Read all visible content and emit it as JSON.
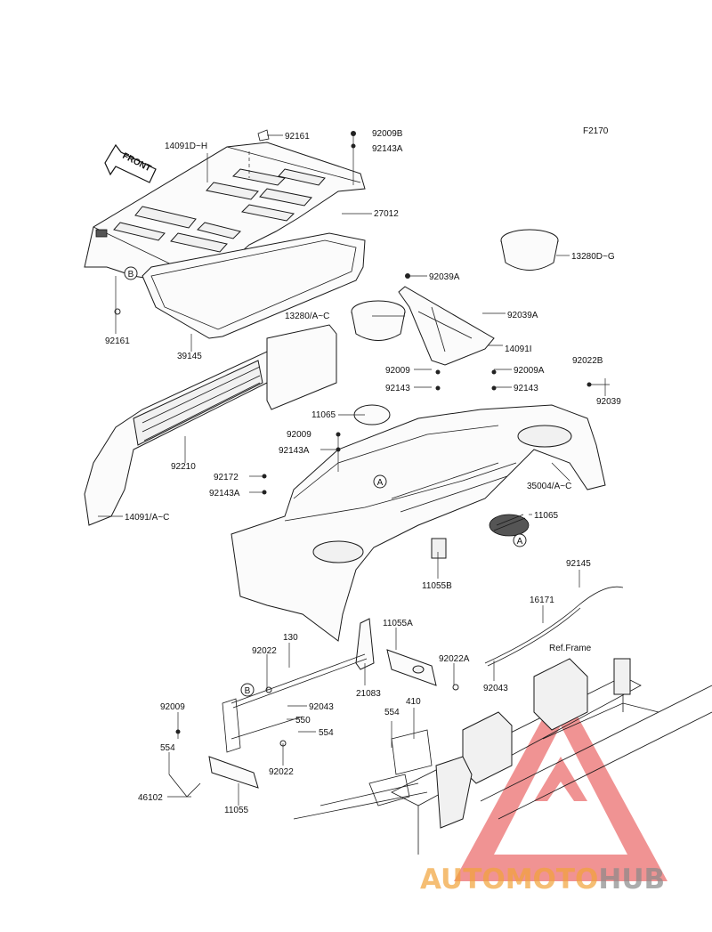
{
  "figure_code": "F2170",
  "front_arrow_label": "FRONT",
  "ref_frame_label": "Ref.Frame",
  "circle_marks": {
    "a": "A",
    "b": "B"
  },
  "watermark": {
    "part1": "AUTOMOTO",
    "part2": "HUB",
    "color1": "#f2a33a",
    "color2": "#8a8a8a",
    "logo_color": "#e53b3b"
  },
  "callouts": {
    "p_14091d_h": "14091D~H",
    "p_92161_top": "92161",
    "p_92009b": "92009B",
    "p_92143a_top": "92143A",
    "p_27012": "27012",
    "p_13280d_g": "13280D~G",
    "p_92039a_a": "92039A",
    "p_92039a_b": "92039A",
    "p_13280_a_c": "13280/A~C",
    "p_14091i": "14091I",
    "p_92161_left": "92161",
    "p_39145": "39145",
    "p_92009_a": "92009",
    "p_92143_a": "92143",
    "p_92009a": "92009A",
    "p_92143_b": "92143",
    "p_92022b": "92022B",
    "p_92039": "92039",
    "p_11065_a": "11065",
    "p_92009_b": "92009",
    "p_92143a_mid": "92143A",
    "p_92210": "92210",
    "p_92172": "92172",
    "p_92143a_low": "92143A",
    "p_35004_a_c": "35004/A~C",
    "p_14091_a_c": "14091/A~C",
    "p_11065_b": "11065",
    "p_11055b": "11055B",
    "p_92145": "92145",
    "p_16171": "16171",
    "p_130": "130",
    "p_11055a": "11055A",
    "p_92022_a": "92022",
    "p_92022a": "92022A",
    "p_21083": "21083",
    "p_92043_a": "92043",
    "p_92009_c": "92009",
    "p_92043_b": "92043",
    "p_550": "550",
    "p_554_a": "554",
    "p_410": "410",
    "p_554_b": "554",
    "p_554_c": "554",
    "p_92022_b": "92022",
    "p_46102": "46102",
    "p_11055": "11055"
  }
}
